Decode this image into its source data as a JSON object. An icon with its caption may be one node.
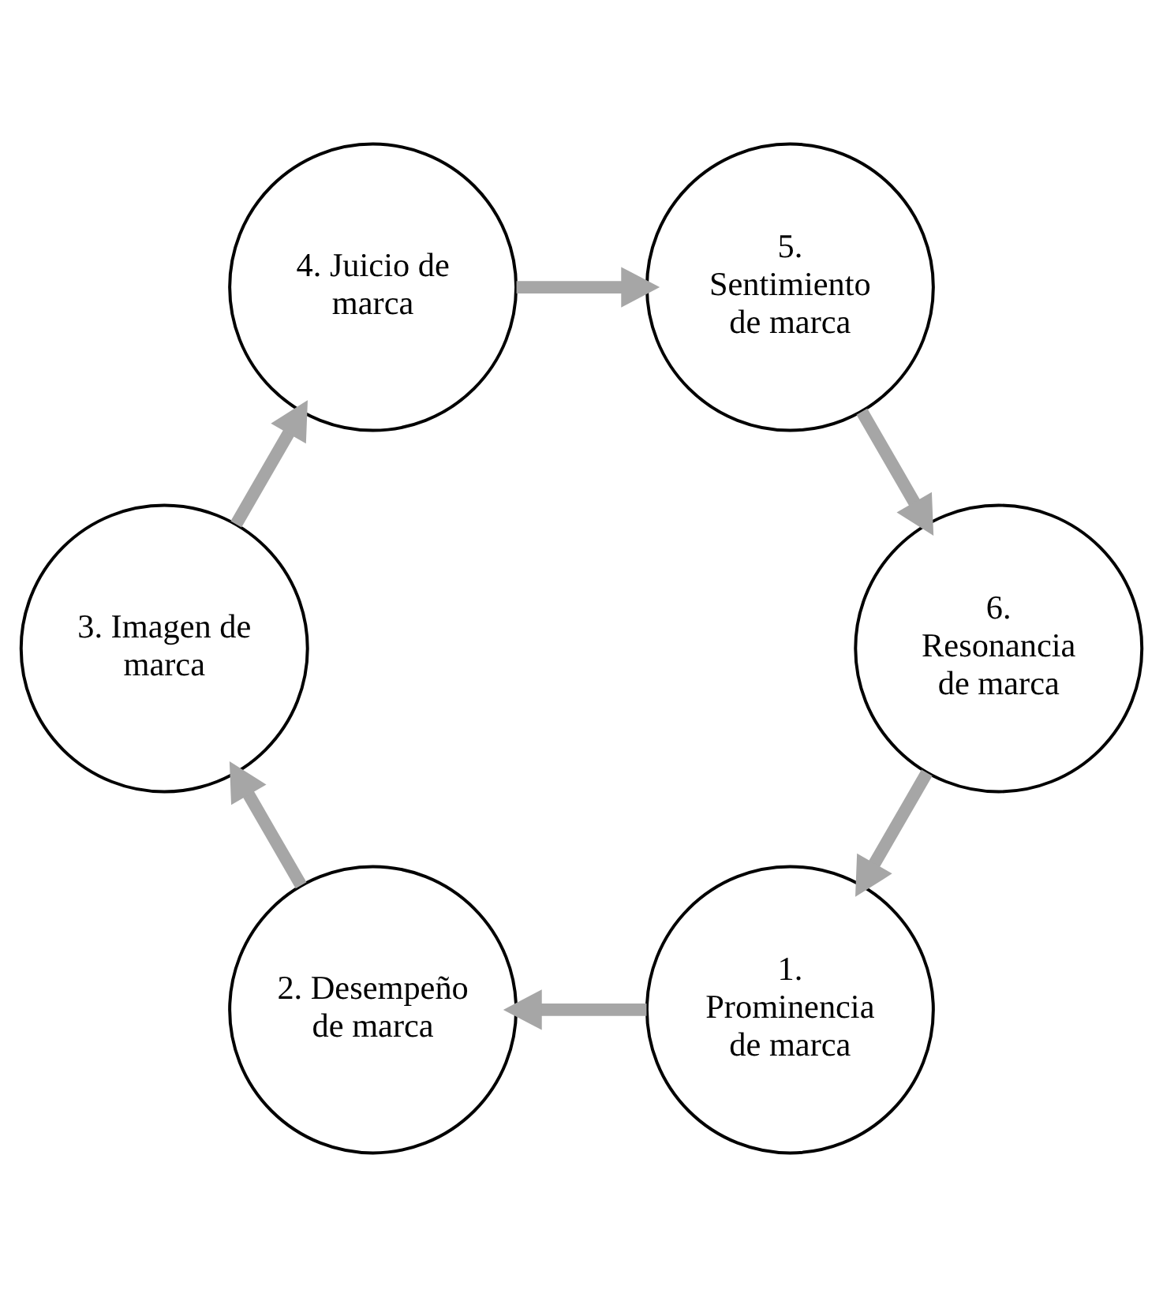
{
  "diagram": {
    "nodes": [
      {
        "text": [
          "1. Prominencia de marca"
        ]
      },
      {
        "text": [
          "2. Desempeño de marca"
        ]
      },
      {
        "text": [
          "3. Imagen de marca"
        ]
      },
      {
        "text": [
          "4. Juicio de marca"
        ]
      },
      {
        "text": [
          "5. Sentimiento de marca"
        ]
      },
      {
        "text": [
          "6. Resonancia de marca"
        ]
      }
    ],
    "edges": [
      {
        "from": 0,
        "to": 1,
        "arrow": "to"
      },
      {
        "from": 1,
        "to": 2,
        "arrow": "to"
      },
      {
        "from": 2,
        "to": 3,
        "arrow": "to"
      },
      {
        "from": 3,
        "to": 4,
        "arrow": "to"
      },
      {
        "from": 4,
        "to": 5,
        "arrow": "to"
      },
      {
        "from": 5,
        "to": 0,
        "arrow": "to"
      }
    ]
  }
}
